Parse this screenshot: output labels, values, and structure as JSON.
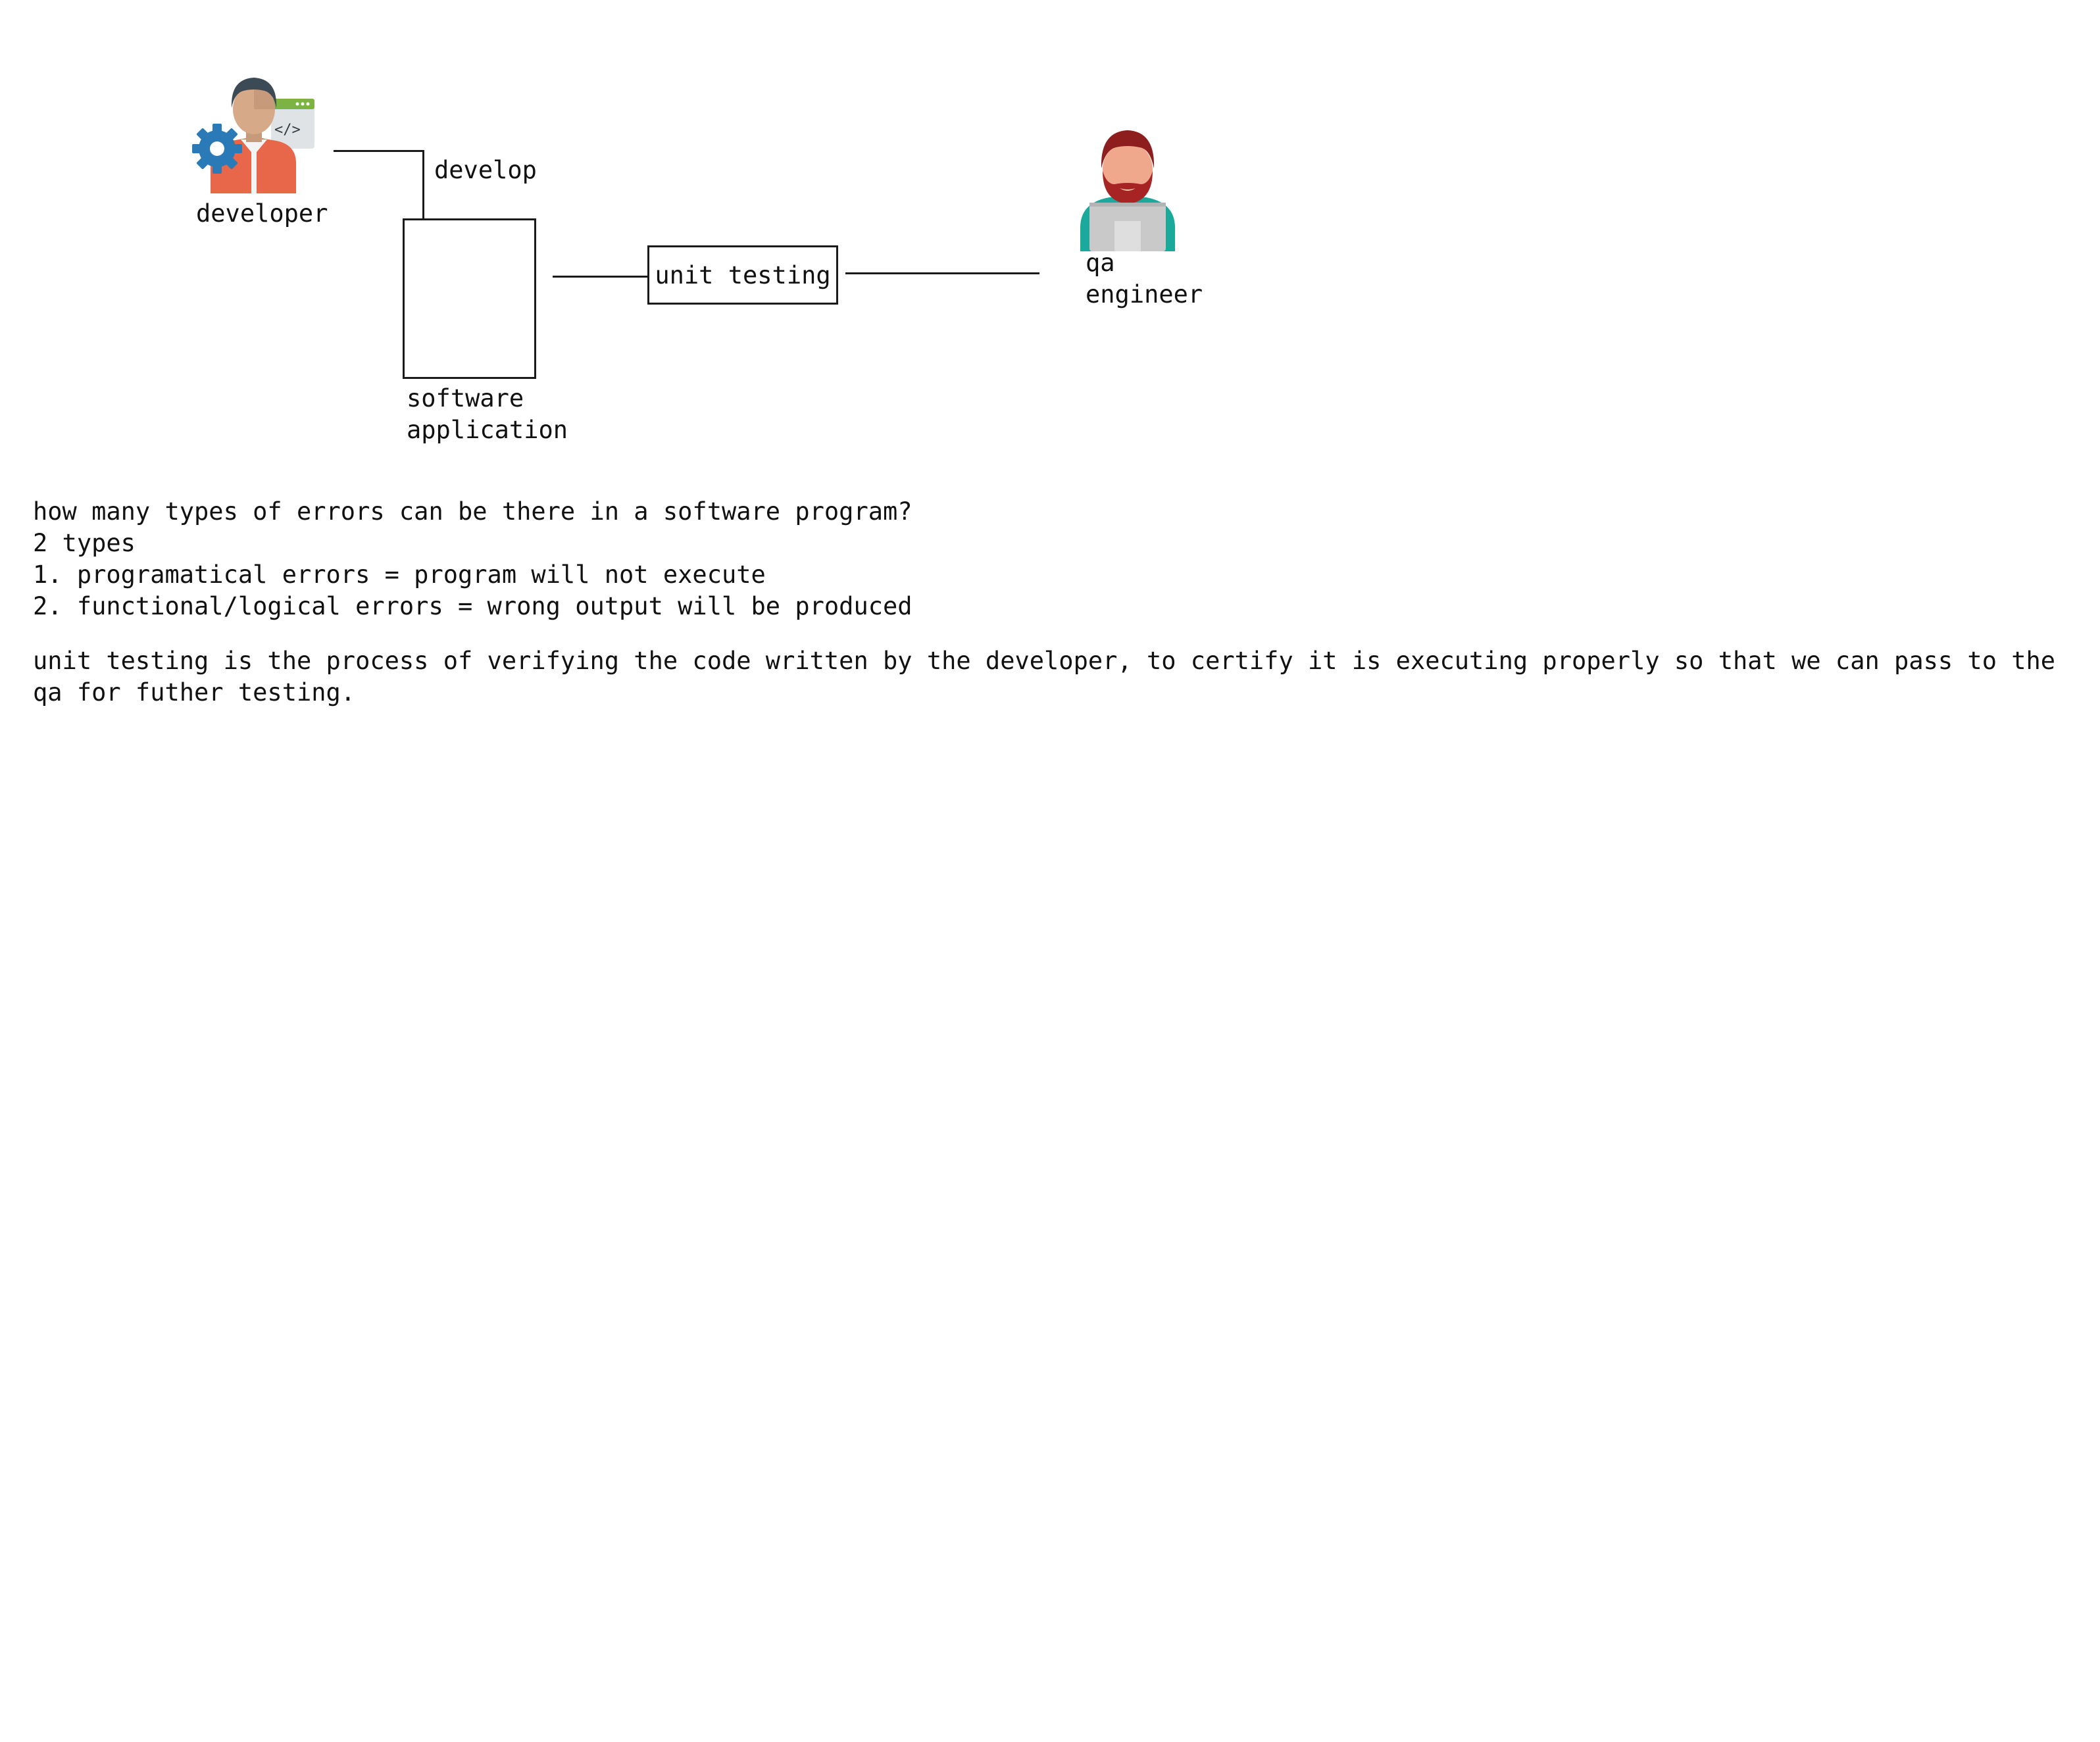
{
  "diagram": {
    "developer": {
      "icon": "developer-icon",
      "label": "developer"
    },
    "develop_edge_label": "develop",
    "software_application": {
      "label_line1": "software",
      "label_line2": "application"
    },
    "unit_testing": {
      "label": "unit testing"
    },
    "qa_engineer": {
      "icon": "qa-engineer-icon",
      "label_line1": "qa",
      "label_line2": "engineer"
    }
  },
  "notes": {
    "question": "how many types of errors can be there in a software program?",
    "answer": "2 types",
    "items": [
      "1. programatical errors = program will not execute",
      "2. functional/logical errors = wrong output will be produced"
    ]
  },
  "definition": {
    "line1": "unit testing is the process of verifying the code written by the developer, to certify it is executing properly so that we can pass to the",
    "line2": "qa for futher testing."
  },
  "colors": {
    "line": "#1a1a1a",
    "developer_shirt": "#e8674a",
    "gear": "#2a7ab8",
    "code_window": "#7cb342",
    "qa_hair": "#8e1e1e",
    "qa_shirt": "#1aa99a",
    "laptop": "#c9c9c9"
  }
}
